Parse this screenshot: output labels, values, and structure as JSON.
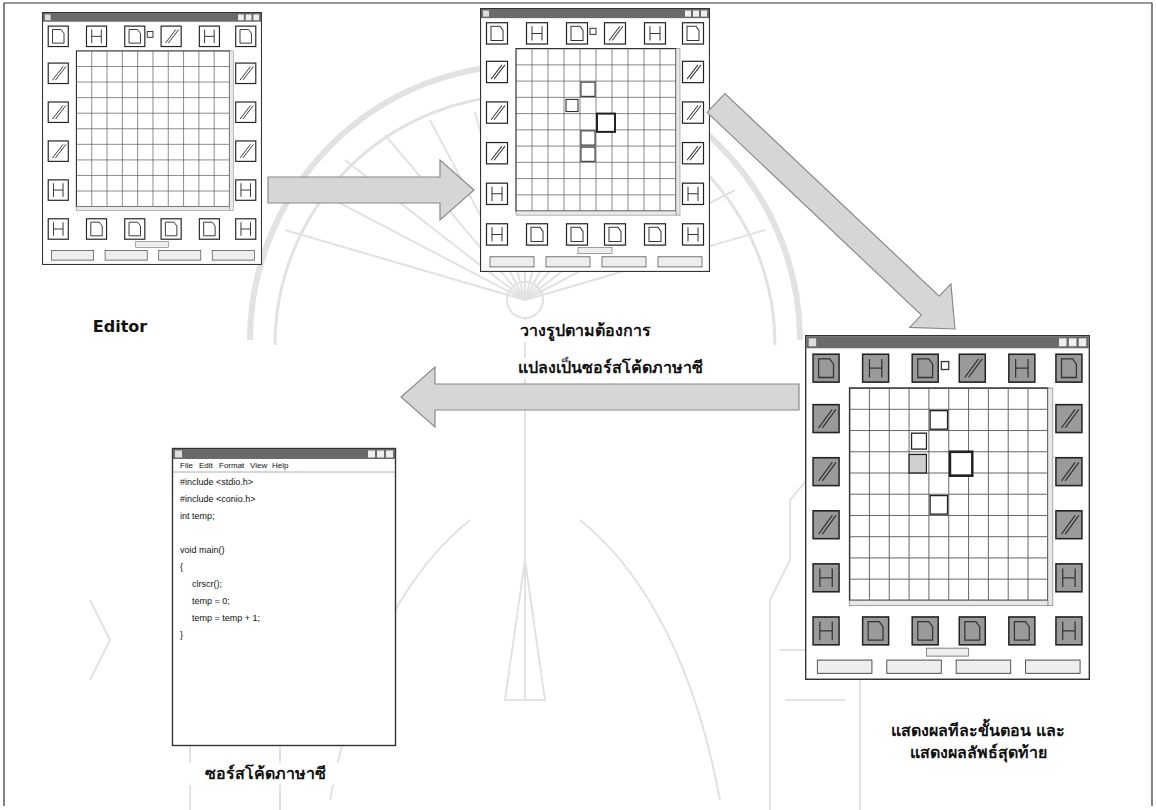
{
  "diagram": {
    "nodes": [
      {
        "text": [
          "Editor"
        ]
      },
      {
        "text": [
          "วางรูปตามต้องการ"
        ]
      },
      {
        "text": [
          "แสดงผลทีละขั้นตอน และแสดงผลลัพธ์สุดท้าย"
        ]
      },
      {
        "text": [
          "ซอร์สโค้ดภาษาซี"
        ]
      }
    ],
    "edges": [
      {
        "from": 0,
        "to": 1,
        "arrow": "to"
      },
      {
        "from": 1,
        "to": 2,
        "arrow": "to"
      },
      {
        "from": 2,
        "to": 3,
        "label": "แปลงเป็นซอร์สโค้ดภาษาซี",
        "arrow": "to"
      }
    ],
    "labels": [
      "File",
      "Edit",
      "Format",
      "View",
      "Help",
      "#include <stdio.h>",
      "#include <conio.h>",
      "int temp;",
      "void main()",
      "{",
      "clrscr();",
      "temp = 0;",
      "temp = temp + 1;",
      "}"
    ]
  }
}
